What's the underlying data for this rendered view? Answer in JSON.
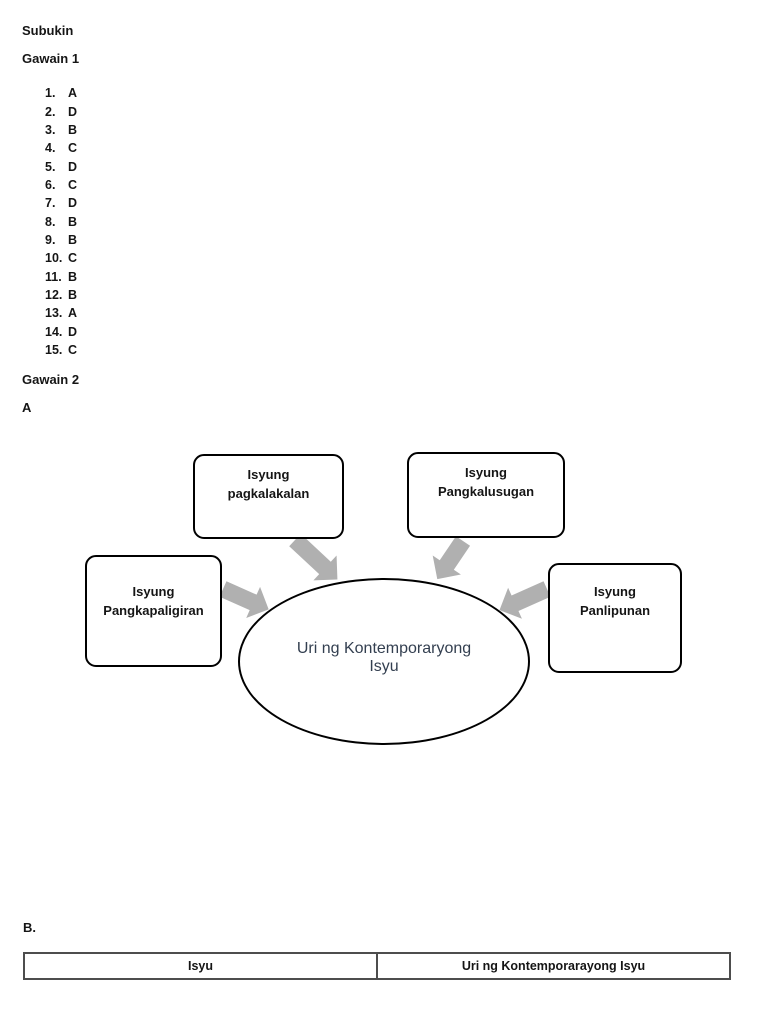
{
  "header": {
    "subukin": "Subukin",
    "gawain1": "Gawain 1",
    "gawain2": "Gawain 2",
    "part_a": "A",
    "part_b": "B."
  },
  "answers": [
    {
      "num": "1.",
      "letter": "A"
    },
    {
      "num": "2.",
      "letter": "D"
    },
    {
      "num": "3.",
      "letter": "B"
    },
    {
      "num": "4.",
      "letter": "C"
    },
    {
      "num": "5.",
      "letter": "D"
    },
    {
      "num": "6.",
      "letter": "C"
    },
    {
      "num": "7.",
      "letter": "D"
    },
    {
      "num": "8.",
      "letter": "B"
    },
    {
      "num": "9.",
      "letter": "B"
    },
    {
      "num": "10.",
      "letter": "C"
    },
    {
      "num": "11.",
      "letter": "B"
    },
    {
      "num": "12.",
      "letter": "B"
    },
    {
      "num": "13.",
      "letter": "A"
    },
    {
      "num": "14.",
      "letter": "D"
    },
    {
      "num": "15.",
      "letter": "C"
    }
  ],
  "diagram": {
    "boxes": {
      "pagkalakalan": {
        "line1": "Isyung",
        "line2": "pagkalakalan"
      },
      "pangkalusugan": {
        "line1": "Isyung",
        "line2": "Pangkalusugan"
      },
      "pangkapaligiran": {
        "line1": "Isyung",
        "line2": "Pangkapaligiran"
      },
      "panlipunan": {
        "line1": "Isyung",
        "line2": "Panlipunan"
      }
    },
    "center": {
      "line1": "Uri ng Kontemporaryong",
      "line2": "Isyu"
    },
    "arrow_icons": [
      "arrow-pagkalakalan-to-center-icon",
      "arrow-pangkalusugan-to-center-icon",
      "arrow-pangkapaligiran-to-center-icon",
      "arrow-panlipunan-to-center-icon"
    ],
    "colors": {
      "arrow_fill": "#b0b0b0",
      "center_text": "#333f50",
      "box_border": "#000000"
    }
  },
  "table": {
    "col1": "Isyu",
    "col2": "Uri ng Kontemporarayong Isyu"
  }
}
